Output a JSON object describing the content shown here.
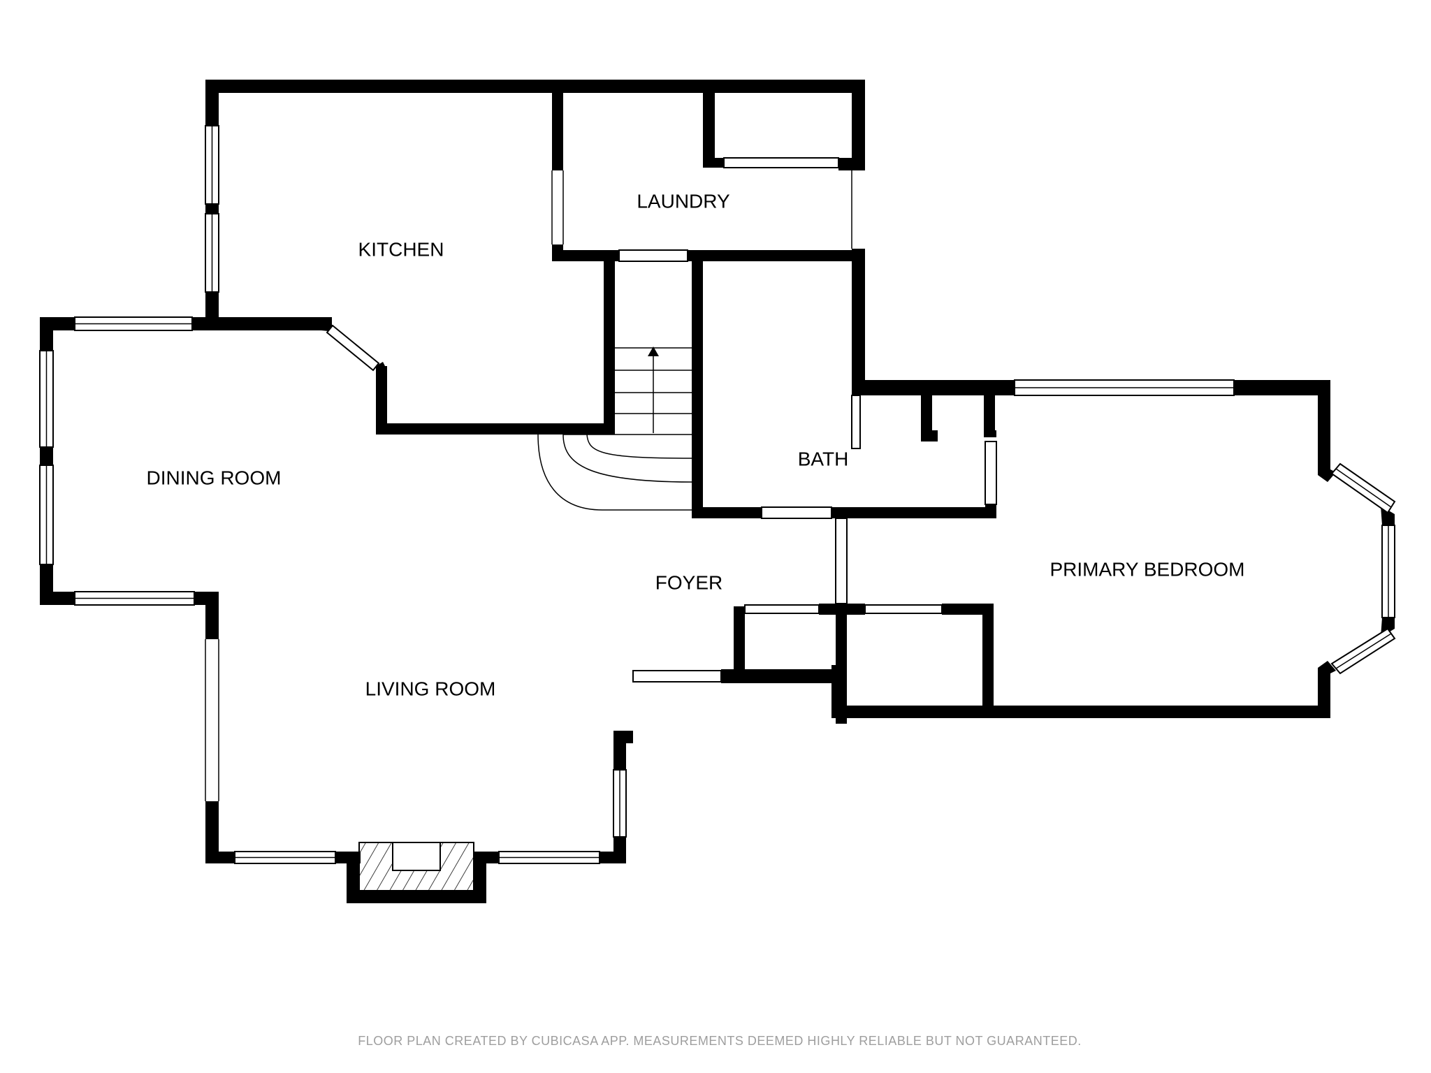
{
  "rooms": {
    "kitchen": "KITCHEN",
    "laundry": "LAUNDRY",
    "dining_room": "DINING ROOM",
    "bath": "BATH",
    "foyer": "FOYER",
    "primary_bedroom": "PRIMARY BEDROOM",
    "living_room": "LIVING ROOM"
  },
  "footer": "FLOOR PLAN CREATED BY CUBICASA APP. MEASUREMENTS DEEMED HIGHLY RELIABLE BUT NOT GUARANTEED.",
  "colors": {
    "wall": "#000000",
    "background": "#ffffff",
    "footer_text": "#9e9e9e"
  },
  "icons": {
    "stair_arrow": "arrow-up-icon",
    "fireplace": "fireplace-icon"
  }
}
